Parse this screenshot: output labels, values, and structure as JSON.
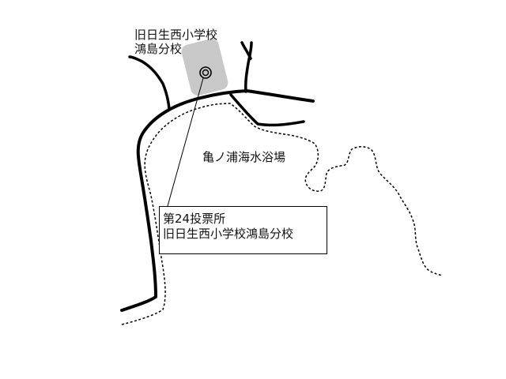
{
  "school_label": {
    "line1": "旧日生西小学校",
    "line2": "鴻島分校"
  },
  "beach_label": "亀ノ浦海水浴場",
  "polling_box": {
    "line1": "第24投票所",
    "line2": "旧日生西小学校鴻島分校"
  },
  "map_symbols": {
    "polling_place_marker": "double-circle-marker-icon",
    "school_area": "gray-rounded-area"
  },
  "colors": {
    "road": "#000000",
    "coastline": "#000000",
    "school_area_fill": "#c8c8c8",
    "background": "#ffffff"
  }
}
